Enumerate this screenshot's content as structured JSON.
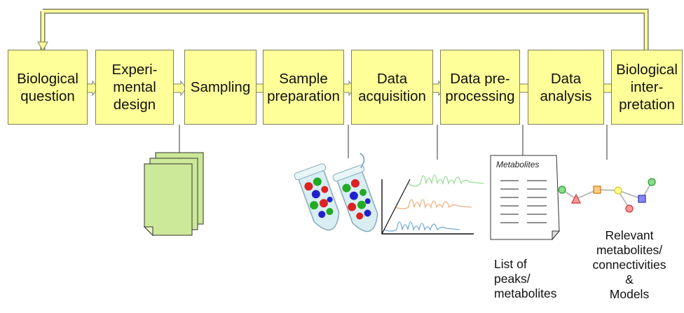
{
  "steps": [
    {
      "id": "biological-question",
      "label": "Biological\nquestion"
    },
    {
      "id": "experimental-design",
      "label": "Experi-\nmental\ndesign"
    },
    {
      "id": "sampling",
      "label": "Sampling"
    },
    {
      "id": "sample-preparation",
      "label": "Sample\npreparation"
    },
    {
      "id": "data-acquisition",
      "label": "Data\nacquisition"
    },
    {
      "id": "data-preprocessing",
      "label": "Data pre-\nprocessing"
    },
    {
      "id": "data-analysis",
      "label": "Data\nanalysis"
    },
    {
      "id": "biological-interpretation",
      "label": "Biological\ninter-\npretation"
    }
  ],
  "outputs": {
    "sheet_title": "Metabolites",
    "peaks_caption": "List of\npeaks/\nmetabolites",
    "relevant_caption": "Relevant\nmetabolites/\nconnectivities\n&\nModels"
  },
  "colors": {
    "box_fill": "#ffff99",
    "box_border": "#7f7f5f",
    "paper_fill": "#ccee99",
    "trace_green": "#99dd99",
    "trace_orange": "#f0b080",
    "trace_blue": "#77aadd"
  },
  "icons": [
    "paper-stack-icon",
    "sample-tubes-icon",
    "spectra-plot-icon",
    "metabolite-list-icon",
    "network-icon"
  ]
}
